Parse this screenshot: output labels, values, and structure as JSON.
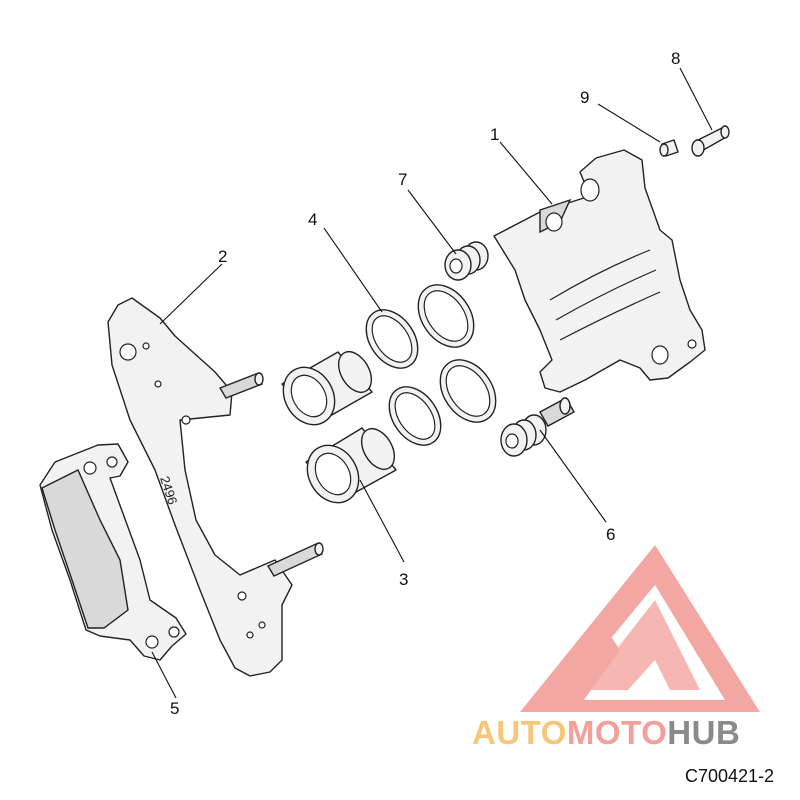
{
  "callouts": [
    {
      "id": "1",
      "label": "1"
    },
    {
      "id": "2",
      "label": "2"
    },
    {
      "id": "3",
      "label": "3"
    },
    {
      "id": "4",
      "label": "4"
    },
    {
      "id": "5",
      "label": "5"
    },
    {
      "id": "6",
      "label": "6"
    },
    {
      "id": "7",
      "label": "7"
    },
    {
      "id": "8",
      "label": "8"
    },
    {
      "id": "9",
      "label": "9"
    }
  ],
  "bracket_marking": "2496",
  "watermark": {
    "part1": "AUTO",
    "part2": "MOTO",
    "part3": "HUB",
    "colors": {
      "auto": "#f5c77a",
      "moto": "#f4a09a",
      "hub": "#8a8a8a",
      "triangle": "#f08a85"
    }
  },
  "figure_code": "C700421-2"
}
